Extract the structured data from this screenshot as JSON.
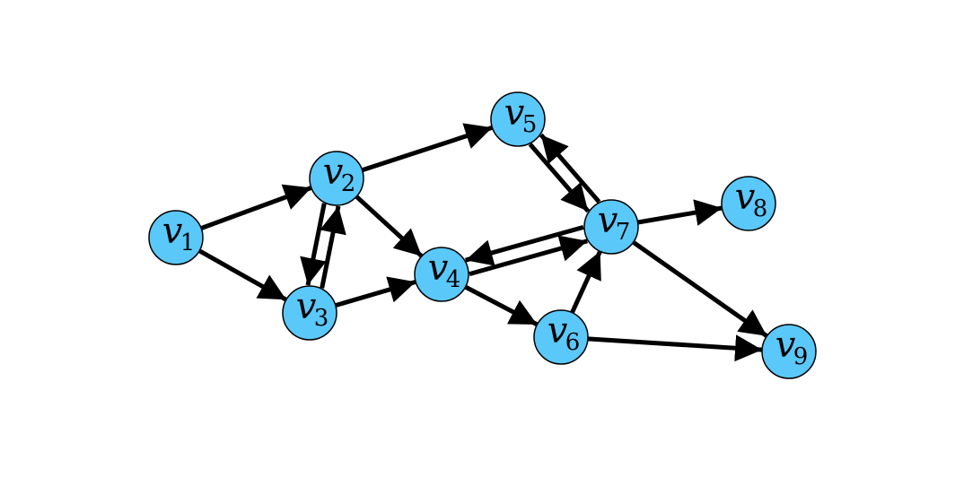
{
  "diagram": {
    "colors": {
      "node_fill": "#5BC8FA",
      "node_stroke": "#000000",
      "edge": "#000000",
      "background": "#FFFFFF"
    },
    "nodes": [
      {
        "id": "v1",
        "letter": "v",
        "sub": "1"
      },
      {
        "id": "v2",
        "letter": "v",
        "sub": "2"
      },
      {
        "id": "v3",
        "letter": "v",
        "sub": "3"
      },
      {
        "id": "v4",
        "letter": "v",
        "sub": "4"
      },
      {
        "id": "v5",
        "letter": "v",
        "sub": "5"
      },
      {
        "id": "v6",
        "letter": "v",
        "sub": "6"
      },
      {
        "id": "v7",
        "letter": "v",
        "sub": "7"
      },
      {
        "id": "v8",
        "letter": "v",
        "sub": "8"
      },
      {
        "id": "v9",
        "letter": "v",
        "sub": "9"
      }
    ],
    "edges": [
      {
        "from": "v1",
        "to": "v2"
      },
      {
        "from": "v1",
        "to": "v3"
      },
      {
        "from": "v2",
        "to": "v3"
      },
      {
        "from": "v3",
        "to": "v2"
      },
      {
        "from": "v2",
        "to": "v4"
      },
      {
        "from": "v2",
        "to": "v5"
      },
      {
        "from": "v3",
        "to": "v4"
      },
      {
        "from": "v4",
        "to": "v7"
      },
      {
        "from": "v7",
        "to": "v4"
      },
      {
        "from": "v4",
        "to": "v6"
      },
      {
        "from": "v5",
        "to": "v7"
      },
      {
        "from": "v7",
        "to": "v5"
      },
      {
        "from": "v6",
        "to": "v7"
      },
      {
        "from": "v6",
        "to": "v9"
      },
      {
        "from": "v7",
        "to": "v8"
      },
      {
        "from": "v7",
        "to": "v9"
      }
    ]
  }
}
